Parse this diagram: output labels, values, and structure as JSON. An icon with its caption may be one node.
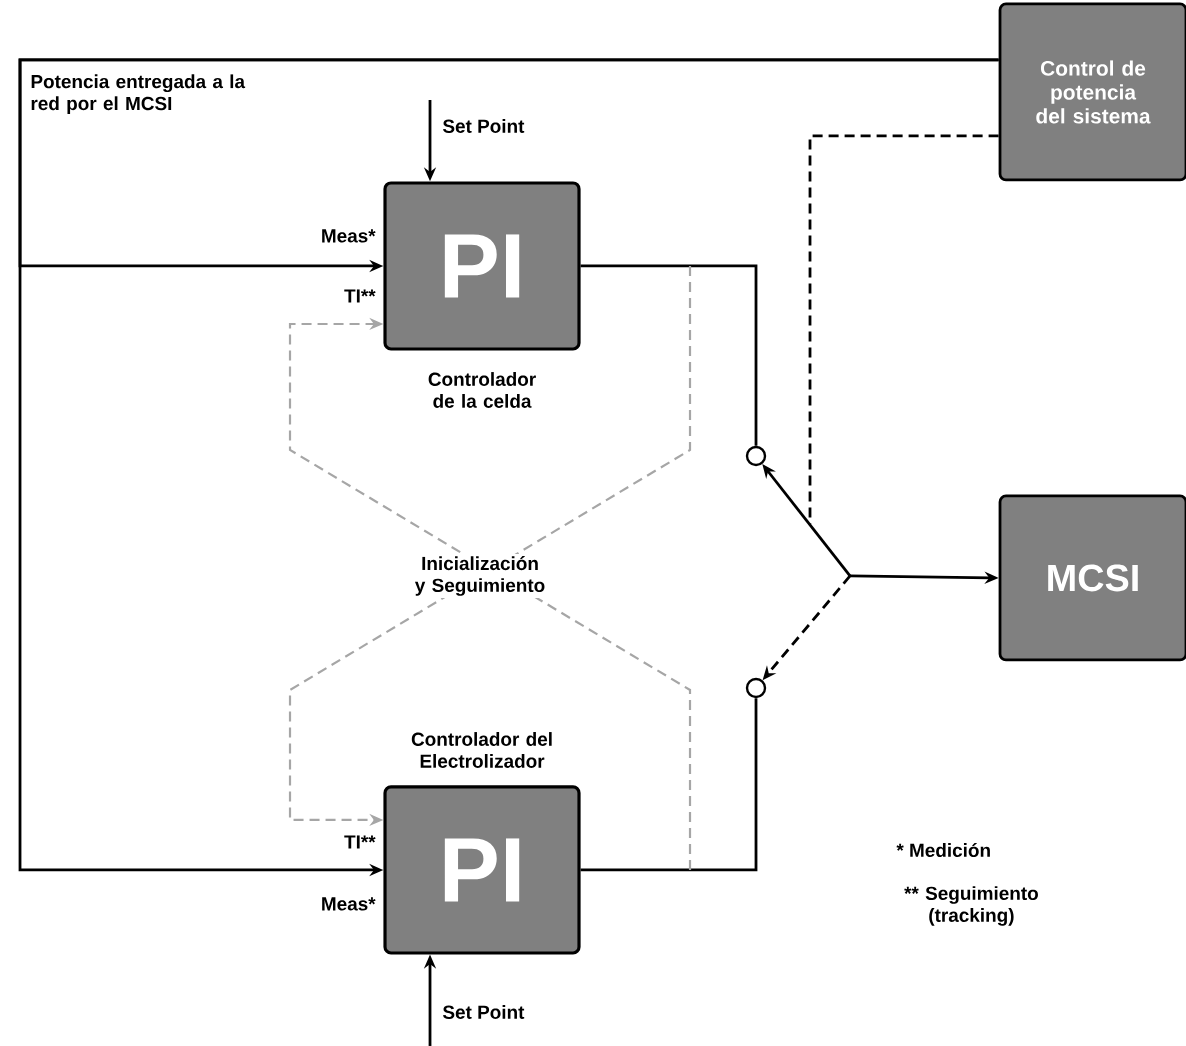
{
  "diagram": {
    "nodes": [
      {
        "text": [
          "PI"
        ],
        "beside": [
          "Controlador de la celda"
        ]
      },
      {
        "text": [
          "PI"
        ],
        "beside": [
          "Controlador del Electrolizador"
        ]
      },
      {
        "text": [
          "Control de potencia del sistema"
        ]
      },
      {
        "text": [
          "MCSI"
        ]
      },
      {
        "text": [],
        "shape": "circle"
      },
      {
        "text": [],
        "shape": "circle"
      }
    ],
    "edges": [
      {
        "from": 2,
        "to": 0,
        "arrow": "to"
      },
      {
        "from": 2,
        "to": 1,
        "arrow": "to"
      },
      {
        "from": null,
        "to": 0,
        "arrow": "to"
      },
      {
        "from": null,
        "to": 1,
        "arrow": "to"
      },
      {
        "from": 0,
        "to": 4,
        "arrow": "none"
      },
      {
        "from": 1,
        "to": 5,
        "arrow": "none"
      },
      {
        "from": null,
        "to": 4,
        "arrow": "to"
      },
      {
        "from": null,
        "to": 5,
        "arrow": "to",
        "style": "dashed"
      },
      {
        "from": null,
        "to": 3,
        "arrow": "to"
      },
      {
        "from": 2,
        "to": null,
        "arrow": "none",
        "style": "dashed"
      },
      {
        "from": 0,
        "to": 1,
        "arrow": "to",
        "style": "dashed",
        "color": "#a6a6a6"
      },
      {
        "from": 1,
        "to": 0,
        "arrow": "to",
        "style": "dashed",
        "color": "#a6a6a6"
      }
    ],
    "labels": [
      "Potencia entregada a la red por el MCSI",
      "Set Point",
      "Meas*",
      "TI**",
      "Inicialización y Seguimiento",
      "TI**",
      "Meas*",
      "Set Point",
      "* Medición",
      "** Seguimiento (tracking)"
    ]
  }
}
